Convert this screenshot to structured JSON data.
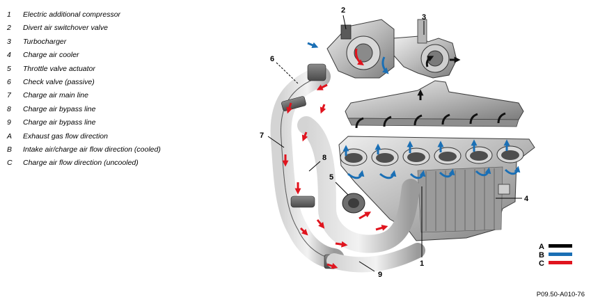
{
  "legend": [
    {
      "key": "1",
      "text": "Electric additional compressor"
    },
    {
      "key": "2",
      "text": "Divert air switchover valve"
    },
    {
      "key": "3",
      "text": "Turbocharger"
    },
    {
      "key": "4",
      "text": "Charge air cooler"
    },
    {
      "key": "5",
      "text": "Throttle valve actuator"
    },
    {
      "key": "6",
      "text": "Check valve (passive)"
    },
    {
      "key": "7",
      "text": "Charge air main line"
    },
    {
      "key": "8",
      "text": "Charge air bypass line"
    },
    {
      "key": "9",
      "text": "Charge air bypass line"
    },
    {
      "key": "A",
      "text": "Exhaust gas flow direction"
    },
    {
      "key": "B",
      "text": "Intake air/charge air flow direction (cooled)"
    },
    {
      "key": "C",
      "text": "Charge air flow direction (uncooled)"
    }
  ],
  "callouts": {
    "c1": "1",
    "c2": "2",
    "c3": "3",
    "c4": "4",
    "c5": "5",
    "c6": "6",
    "c7": "7",
    "c8": "8",
    "c9": "9"
  },
  "flow_key": {
    "a": {
      "label": "A",
      "color": "#000000"
    },
    "b": {
      "label": "B",
      "color": "#1a6fb5"
    },
    "c": {
      "label": "C",
      "color": "#e0141e"
    }
  },
  "figure_ref": "P09.50-A010-76"
}
